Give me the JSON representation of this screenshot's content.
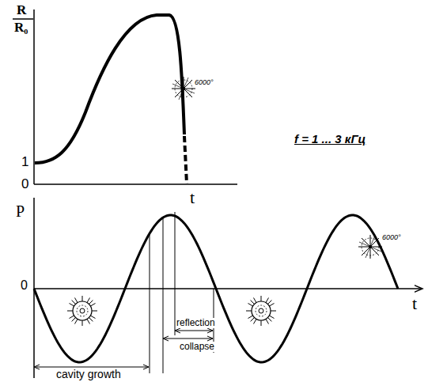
{
  "diagram": {
    "labels": [
      "R",
      "R₀",
      "1",
      "0",
      "t",
      "6000°",
      "f = 1 ... 3 кГц",
      "P",
      "0",
      "t",
      "reflection",
      "collapse",
      "cavity growth",
      "6000°"
    ]
  }
}
